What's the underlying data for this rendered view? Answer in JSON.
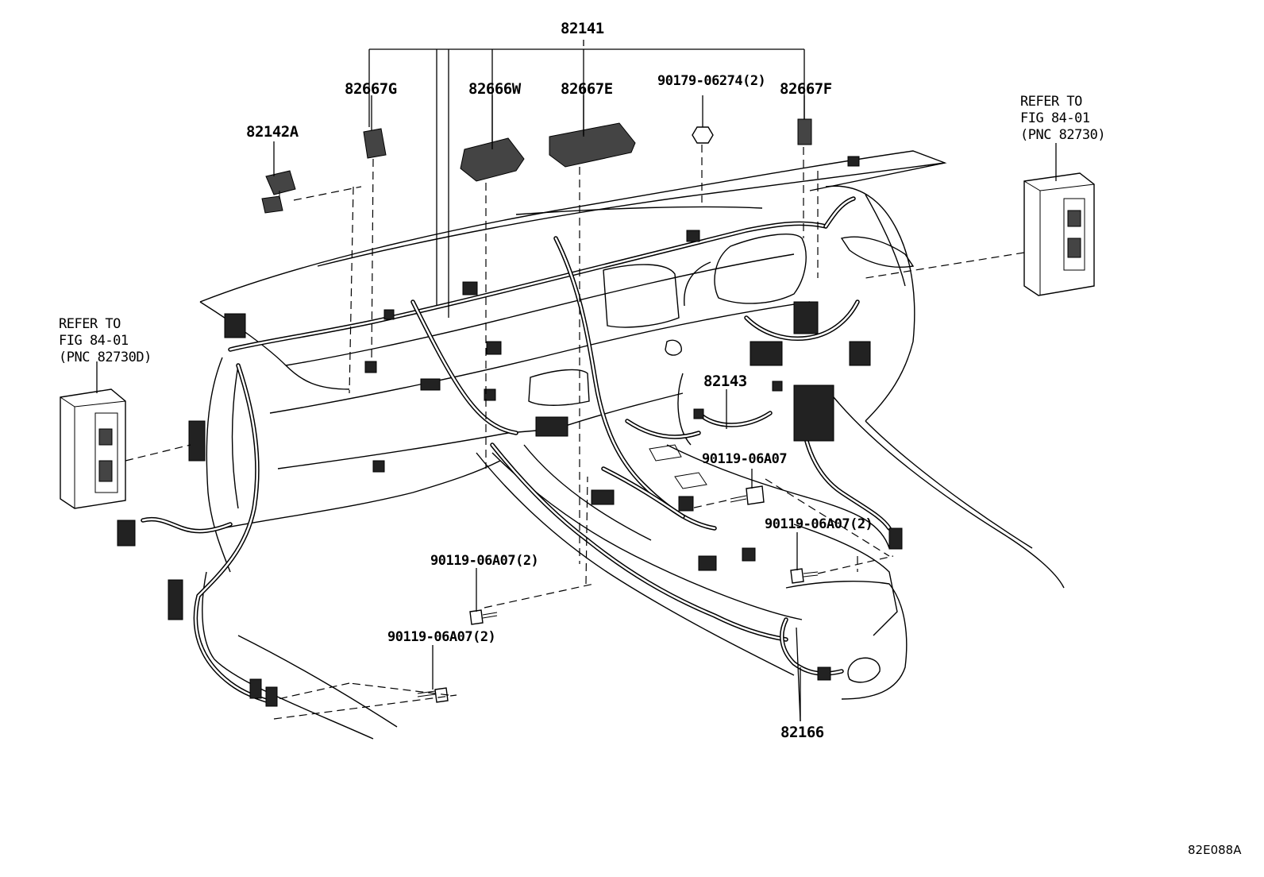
{
  "diagram": {
    "drawing_code": "82E088A",
    "parts": {
      "p82141": "82141",
      "p82142A": "82142A",
      "p82667G": "82667G",
      "p82666W": "82666W",
      "p82667E": "82667E",
      "p90179": "90179-06274(2)",
      "p82667F": "82667F",
      "p82143": "82143",
      "p90119_a": "90119-06A07",
      "p90119_b": "90119-06A07(2)",
      "p90119_c": "90119-06A07(2)",
      "p90119_d": "90119-06A07(2)",
      "p82166": "82166"
    },
    "refer_right": {
      "line1": "REFER TO",
      "line2": "FIG 84-01",
      "line3": "(PNC 82730)"
    },
    "refer_left": {
      "line1": "REFER TO",
      "line2": "FIG 84-01",
      "line3": "(PNC 82730D)"
    }
  }
}
